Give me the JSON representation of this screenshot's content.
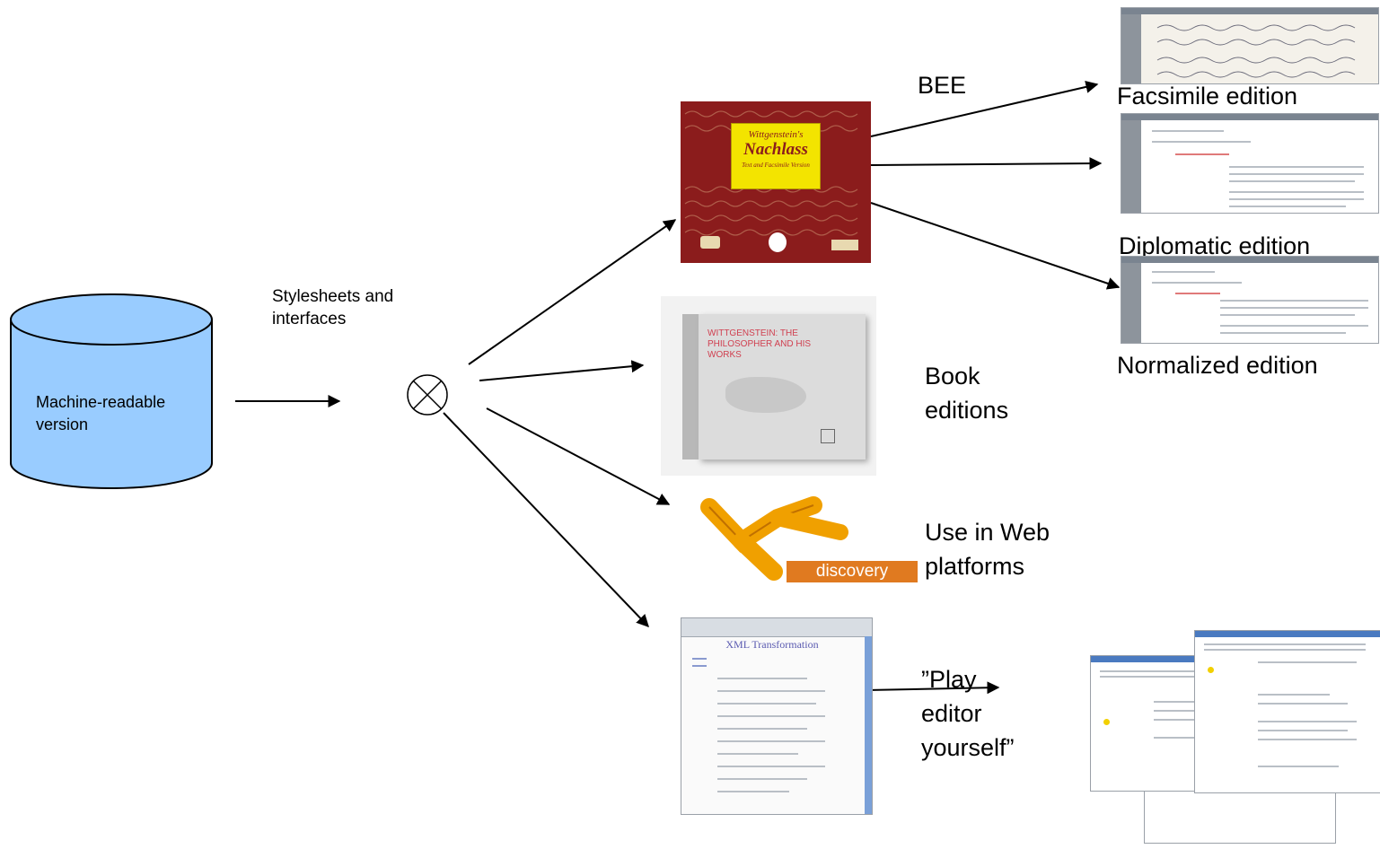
{
  "nodes": {
    "database": {
      "label": "Machine-readable version",
      "fill": "#99ccff"
    },
    "stylesheets": {
      "label": "Stylesheets and interfaces"
    },
    "bee": {
      "label": "BEE"
    },
    "facsimile": {
      "label": "Facsimile edition"
    },
    "diplomatic": {
      "label": "Diplomatic edition"
    },
    "normalized": {
      "label": "Normalized edition"
    },
    "book": {
      "label": "Book editions"
    },
    "web": {
      "label": "Use in Web platforms"
    },
    "play": {
      "label": "”Play editor yourself”"
    }
  },
  "images": {
    "nachlass_cover": {
      "title_line1": "Wittgenstein's",
      "title_line2": "Nachlass",
      "subtitle": "Text and Facsimile Version",
      "bg": "#8b1c1c",
      "accent": "#f3e400"
    },
    "book_cover": {
      "title": "WITTGENSTEIN: THE PHILOSOPHER AND HIS WORKS"
    },
    "discovery_logo": {
      "wordmark": "discovery",
      "color": "#f0a000"
    },
    "xml_transformation": {
      "title": "XML Transformation"
    }
  },
  "colors": {
    "arrow": "#000000",
    "database_stroke": "#000000"
  }
}
